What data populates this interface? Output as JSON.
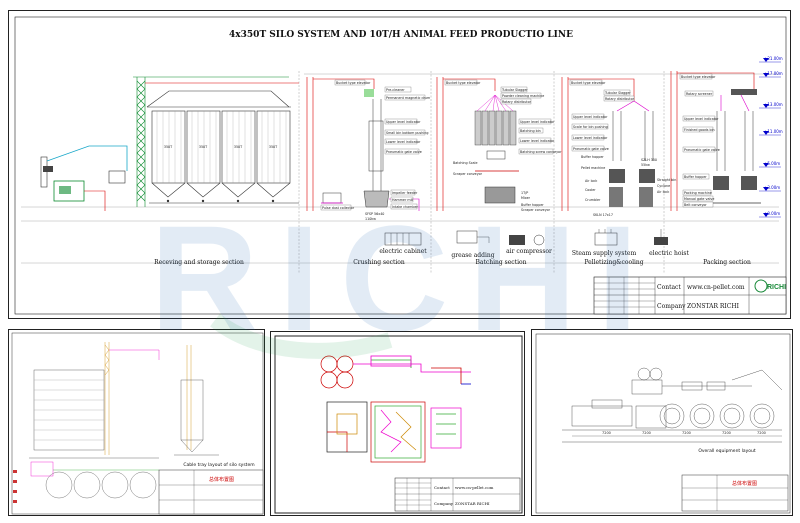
{
  "main": {
    "title": "4x350T SILO SYSTEM  AND 10T/H ANIMAL FEED PRODUCTIO LINE",
    "sections": [
      "Receving and storage section",
      "Crushing section",
      "Batching section",
      "Pelletizing&cooling",
      "Packing section"
    ],
    "equipment_labels": [
      "electric cabinet",
      "grease adding",
      "air compressor",
      "Steam supply system",
      "electric hoist"
    ],
    "levels": [
      "+21.00m",
      "+17.00m",
      "+13.00m",
      "+11.00m",
      "+5.00m",
      "+3.00m",
      "±0.00m"
    ],
    "silo_labels": [
      "350T",
      "350T",
      "350T",
      "350T"
    ],
    "machine_tags": {
      "crushing": [
        "Bucket type elevator",
        "Pre-cleaner",
        "Permanent magnetic drum",
        "Upper level indicator",
        "Small bin bottom pushing",
        "Lower level indicator",
        "Pneumatic gate valve",
        "Impeller feeder",
        "Hammer mill",
        "Pulse dust collector",
        "Intake chamber",
        "SFSP 56x40",
        "110kw"
      ],
      "batching": [
        "Bucket type elevator",
        "Tubular Slagger",
        "Powder cleaning machine",
        "Rotary distributor",
        "Upper level indicator",
        "Batching bin",
        "Lower level indicator",
        "Batching screw conveyor",
        "Batching Scale",
        "Scraper conveyor",
        "1T/P",
        "Mixer",
        "Buffer hopper",
        "Scraper conveyor"
      ],
      "pelletizing": [
        "Bucket type elevator",
        "Tubular Slagger",
        "Rotary distributor",
        "Upper level indicator",
        "Scale for bin pushing",
        "Lower level indicator",
        "Pneumatic gate valve",
        "Buffer hopper",
        "Pellet machine",
        "Air lock",
        "Cooler",
        "Crumbler",
        "SZLH 350",
        "55kw",
        "Straight bin",
        "Cyclone",
        "Air lock",
        "SKLN 17x17"
      ],
      "packing": [
        "Bucket type elevator",
        "Rotary screener",
        "Upper level indicator",
        "Finished goods bin",
        "Pneumatic gate valve",
        "Buffer hopper",
        "Packing machine",
        "Manual gate valve",
        "Belt conveyor"
      ]
    },
    "title_block": {
      "contact_label": "Contact",
      "contact_value": "www.cn-pellet.com",
      "company_label": "Company",
      "company_value": "ZONSTAR RICHI",
      "logo_text": "RICHI"
    }
  },
  "bottom_left": {
    "caption": "Cable tray layout of silo system",
    "title_block": {
      "name": "总体布置图"
    }
  },
  "bottom_middle": {
    "title_block": {
      "contact_label": "Contact",
      "contact_value": "www.cn-pellet.com",
      "company_label": "Company",
      "company_value": "ZONSTAR RICHI"
    }
  },
  "bottom_right": {
    "caption": "Overall equipment layout",
    "title_block": {
      "name": "总体布置图"
    },
    "dimensions": [
      "7200",
      "7200",
      "7200",
      "7200",
      "7200"
    ]
  },
  "watermark": {
    "text": "RICHI"
  }
}
